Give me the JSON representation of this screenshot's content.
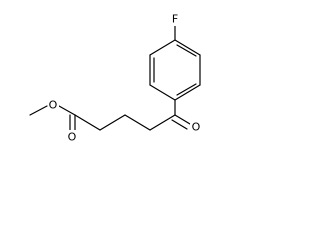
{
  "atoms": {
    "fluorine": "F",
    "ketone_oxygen": "O",
    "ester_carbonyl_oxygen": "O",
    "ester_ether_oxygen": "O"
  }
}
